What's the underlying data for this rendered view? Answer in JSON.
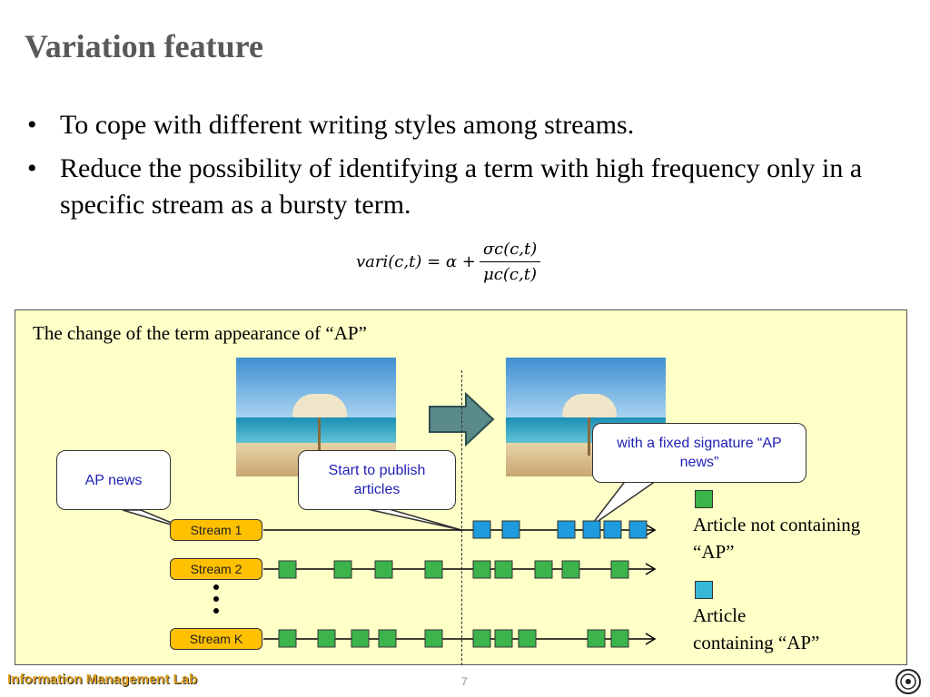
{
  "slide": {
    "title": "Variation feature",
    "bullets": [
      "To cope with different writing styles among streams.",
      "Reduce the possibility of identifying a term with high frequency only in a specific stream as a bursty term."
    ],
    "formula": {
      "lhs": "vari(c,t) = α +",
      "numerator": "σc(c,t)",
      "denominator": "μc(c,t)"
    }
  },
  "figure": {
    "caption": "The change of the term appearance of “AP”",
    "callouts": {
      "ap_news": "AP news",
      "start_publish": "Start to publish articles",
      "signature": "with a fixed signature “AP news”"
    },
    "streams": [
      {
        "label": "Stream 1"
      },
      {
        "label": "Stream 2"
      },
      {
        "label": "Stream K"
      }
    ],
    "legend": {
      "not_containing": "Article not containing “AP”",
      "containing": "Article containing “AP”"
    },
    "colors": {
      "green": "#3cb44b",
      "blue": "#1e9bdc",
      "box_bg": "#ffffc8",
      "stream_label": "#ffc000"
    }
  },
  "footer": {
    "lab": "Information Management Lab",
    "page": "7"
  }
}
